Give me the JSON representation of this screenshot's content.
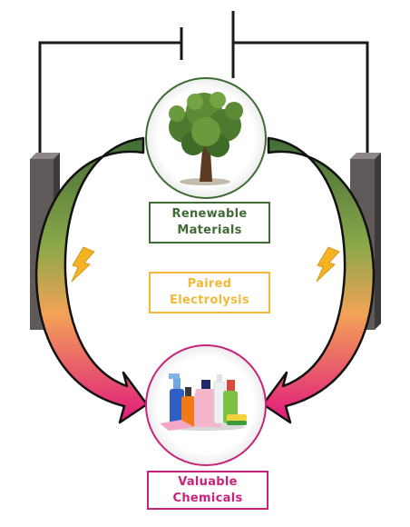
{
  "labels": {
    "renewable": {
      "line1": "Renewable",
      "line2": "Materials"
    },
    "paired": {
      "line1": "Paired",
      "line2": "Electrolysis"
    },
    "valuable": {
      "line1": "Valuable",
      "line2": "Chemicals"
    }
  },
  "colors": {
    "renewable": "#3f6b35",
    "paired": "#f2b93b",
    "valuable": "#c8237a",
    "arrow_top": "#3f6b35",
    "arrow_mid": "#f2a356",
    "arrow_bottom": "#e0197d",
    "electrode": "#5f5a59",
    "wire": "#1a1a1a",
    "bolt": "#f5b324"
  },
  "icons": [
    "tree-icon",
    "chemical-bottles-icon",
    "lightning-bolt-icon",
    "electrode-icon",
    "battery-icon"
  ]
}
